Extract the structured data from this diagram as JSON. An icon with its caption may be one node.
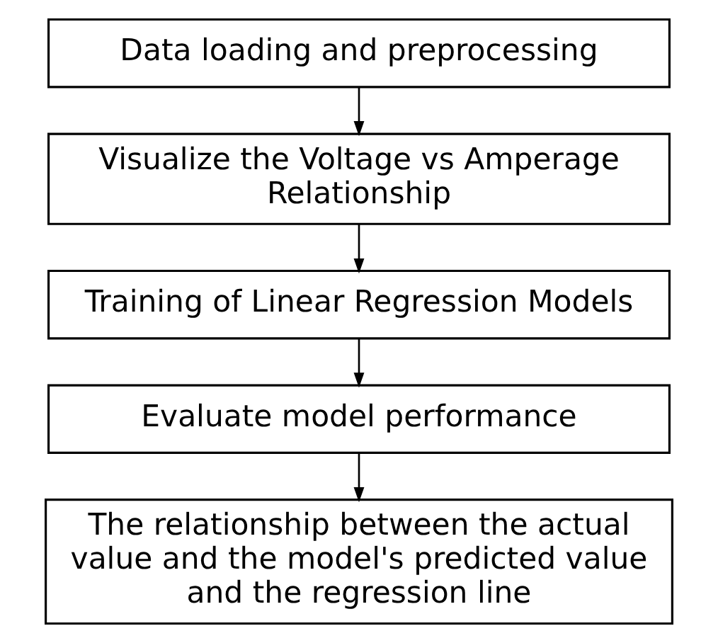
{
  "diagram": {
    "nodes": [
      {
        "text": [
          "Data loading and preprocessing"
        ]
      },
      {
        "text": [
          "Visualize the Voltage vs Amperage Relationship"
        ]
      },
      {
        "text": [
          "Training of Linear Regression Models"
        ]
      },
      {
        "text": [
          "Evaluate model performance"
        ]
      },
      {
        "text": [
          "The relationship between the actual value and the model's predicted value and the regression line"
        ]
      }
    ],
    "edges": [
      {
        "from": 0,
        "to": 1,
        "arrow": "to"
      },
      {
        "from": 1,
        "to": 2,
        "arrow": "to"
      },
      {
        "from": 2,
        "to": 3,
        "arrow": "to"
      },
      {
        "from": 3,
        "to": 4,
        "arrow": "to"
      }
    ]
  }
}
